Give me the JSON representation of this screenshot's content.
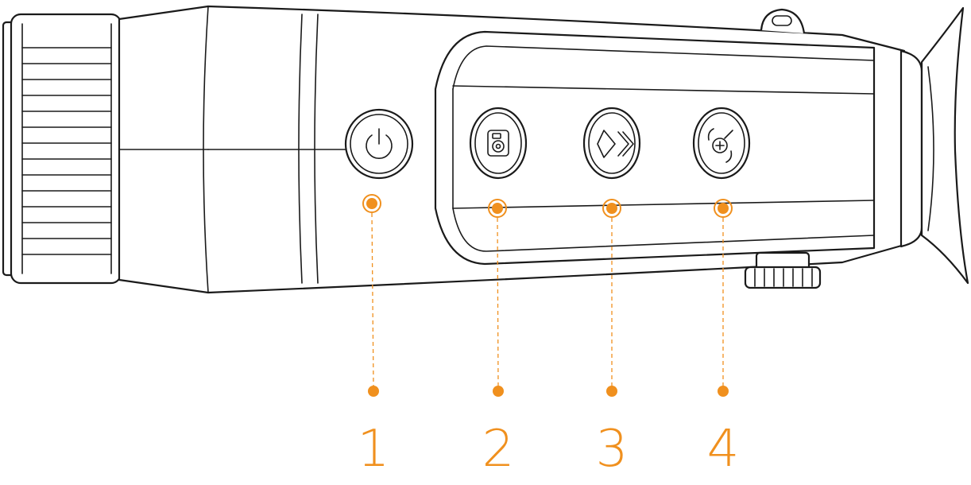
{
  "colors": {
    "accent": "#f0901e",
    "line": "#1a1a1a",
    "background": "#ffffff"
  },
  "callouts": [
    {
      "number": "1",
      "button": "power-button",
      "icon": "power-icon"
    },
    {
      "number": "2",
      "button": "camera-button",
      "icon": "camera-icon"
    },
    {
      "number": "3",
      "button": "mode-button",
      "icon": "chevron-right-icon"
    },
    {
      "number": "4",
      "button": "zoom-button",
      "icon": "zoom-icon"
    }
  ]
}
